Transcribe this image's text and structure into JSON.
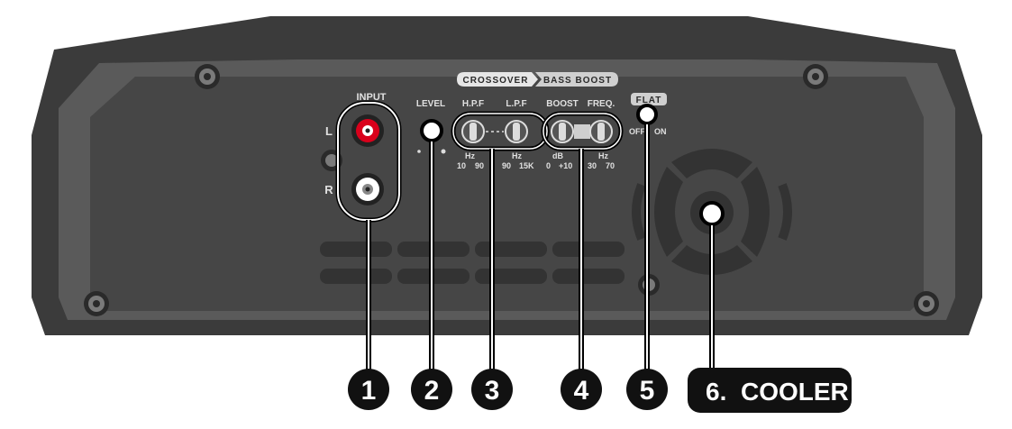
{
  "panel": {
    "input_label": "INPUT",
    "input_l": "L",
    "input_r": "R",
    "level_label": "LEVEL",
    "crossover_label": "CROSSOVER",
    "bass_boost_label": "BASS BOOST",
    "hpf_label": "H.P.F",
    "lpf_label": "L.P.F",
    "boost_label": "BOOST",
    "freq_label": "FREQ.",
    "flat_label": "FLAT",
    "off_label": "OFF",
    "on_label": "ON",
    "hpf_unit": "Hz",
    "hpf_min": "10",
    "hpf_max": "90",
    "lpf_unit": "Hz",
    "lpf_min": "90",
    "lpf_max": "15K",
    "boost_unit": "dB",
    "boost_min": "0",
    "boost_max": "+10",
    "freq_unit": "Hz",
    "freq_min": "30",
    "freq_max": "70"
  },
  "callouts": {
    "c1": "1",
    "c2": "2",
    "c3": "3",
    "c4": "4",
    "c5": "5",
    "c6_number": "6.",
    "c6_text": "COOLER"
  },
  "colors": {
    "body": "#3a3a3a",
    "bezel": "#555555",
    "inset": "#444444",
    "rca_left": "#d9001b",
    "rca_right": "#ffffff",
    "callout_fill": "#111111"
  }
}
